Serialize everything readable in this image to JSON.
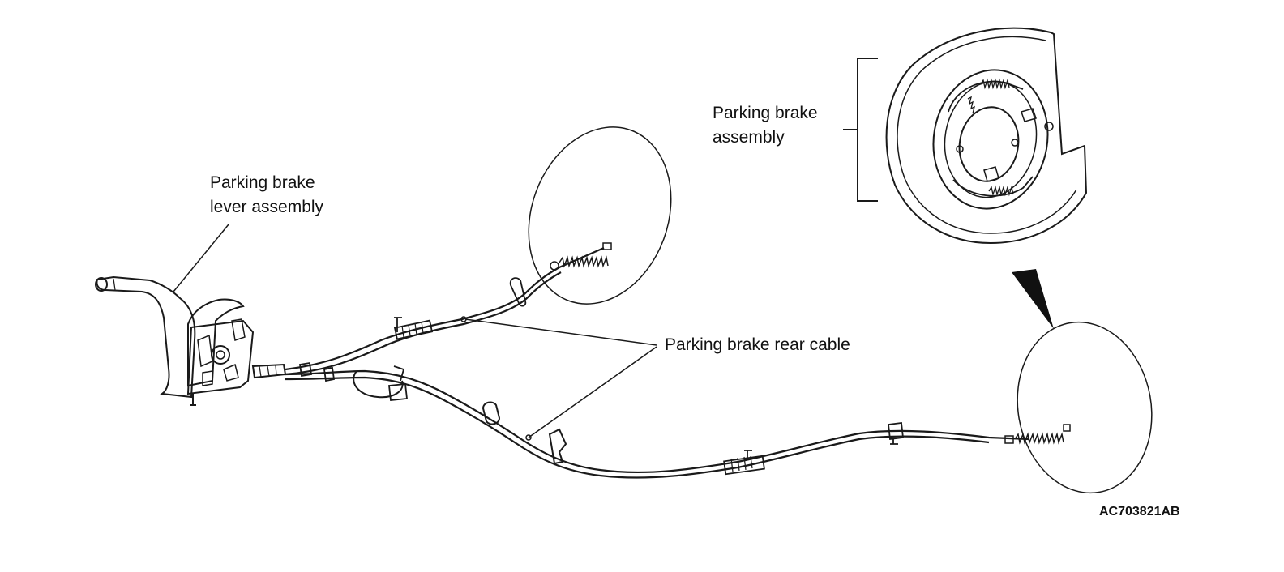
{
  "labels": {
    "lever_line1": "Parking brake",
    "lever_line2": "lever assembly",
    "assembly_line1": "Parking brake",
    "assembly_line2": "assembly",
    "rear_cable": "Parking brake rear cable"
  },
  "figure_code": "AC703821AB"
}
